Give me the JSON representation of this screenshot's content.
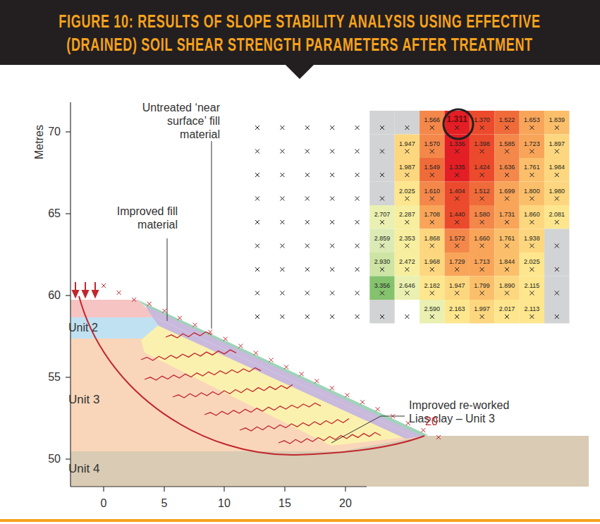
{
  "diagram": {
    "title": "FIGURE 10: RESULTS OF SLOPE STABILITY ANALYSIS USING EFFECTIVE (DRAINED) SOIL SHEAR STRENGTH PARAMETERS AFTER TREATMENT",
    "labels": [
      "Metres",
      "70",
      "65",
      "60",
      "55",
      "50",
      "0",
      "5",
      "10",
      "15",
      "20",
      "Untreated ‘near surface’ fill material",
      "Improved fill material",
      "Improved re-worked Lias clay – Unit 3",
      "Unit 2",
      "Unit 3",
      "Unit 4",
      "20",
      "1.566",
      "1.311",
      "1.370",
      "1.522",
      "1.653",
      "1.839",
      "1.947",
      "1.570",
      "1.336",
      "1.398",
      "1.585",
      "1.723",
      "1.897",
      "1.987",
      "1.549",
      "1.335",
      "1.424",
      "1.636",
      "1.761",
      "1.984",
      "2.025",
      "1.610",
      "1.404",
      "1.512",
      "1.699",
      "1.800",
      "1.980",
      "2.707",
      "2.287",
      "1.708",
      "1.440",
      "1.580",
      "1.731",
      "1.860",
      "2.081",
      "2.859",
      "2.353",
      "1.868",
      "1.572",
      "1.660",
      "1.761",
      "1.938",
      "2.930",
      "2.472",
      "1.968",
      "1.729",
      "1.713",
      "1.844",
      "2.025",
      "3.356",
      "2.646",
      "2.182",
      "1.947",
      "1.799",
      "1.890",
      "2.115",
      "2.590",
      "2.163",
      "1.997",
      "2.017",
      "2.113"
    ]
  }
}
